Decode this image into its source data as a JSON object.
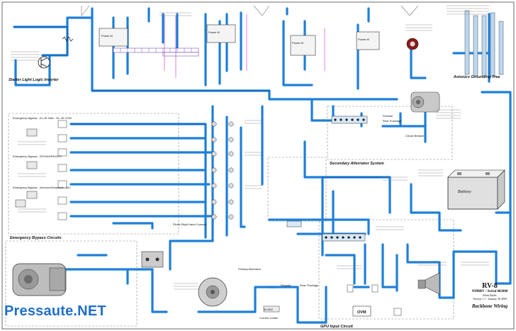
{
  "watermark": "Pressaute.NET",
  "sections": {
    "starter": "Starter Light Logic Inverter",
    "avionics": "Avionics Grounding Tree",
    "emergency": "Emergency Bypass Circuits",
    "secondary_alt": "Secondary Alternator System",
    "gpu": "GPU Input Circuit",
    "backbone": "Backbone Wiring"
  },
  "bypass_groups": [
    "Emergency Bypass - EL-JE NAV - EL-JE COM",
    "Emergency Bypass - EFIS/AHRS/GPS",
    "Emergency Bypass - Intercom/Headsets - N/C"
  ],
  "components": {
    "circuit_breaker": "Circuit Breaker",
    "firewall": "Firewall",
    "rear_fuselage": "Rear Fuselage",
    "pilot_console": "Pilot's Right Hand Console",
    "primary_alternator": "Primary Alternator",
    "current_limiter": "Current Limiter",
    "ovm": "OVM",
    "battery": "Battery",
    "power_m": "Power M",
    "fuse": "40 ADC"
  },
  "title_block": {
    "aircraft": "RV-8",
    "serial": "N998RV / Serial 082880",
    "status": "Main Drafts",
    "version": "Version 1.1 - January 30 2009",
    "name": "Backbone Wiring"
  },
  "colors": {
    "wire": "#1e7fd8",
    "wire_dark": "#0d5fb5",
    "ink": "#111111",
    "note": "#8a1aa8",
    "component": "#9a9a9a"
  }
}
